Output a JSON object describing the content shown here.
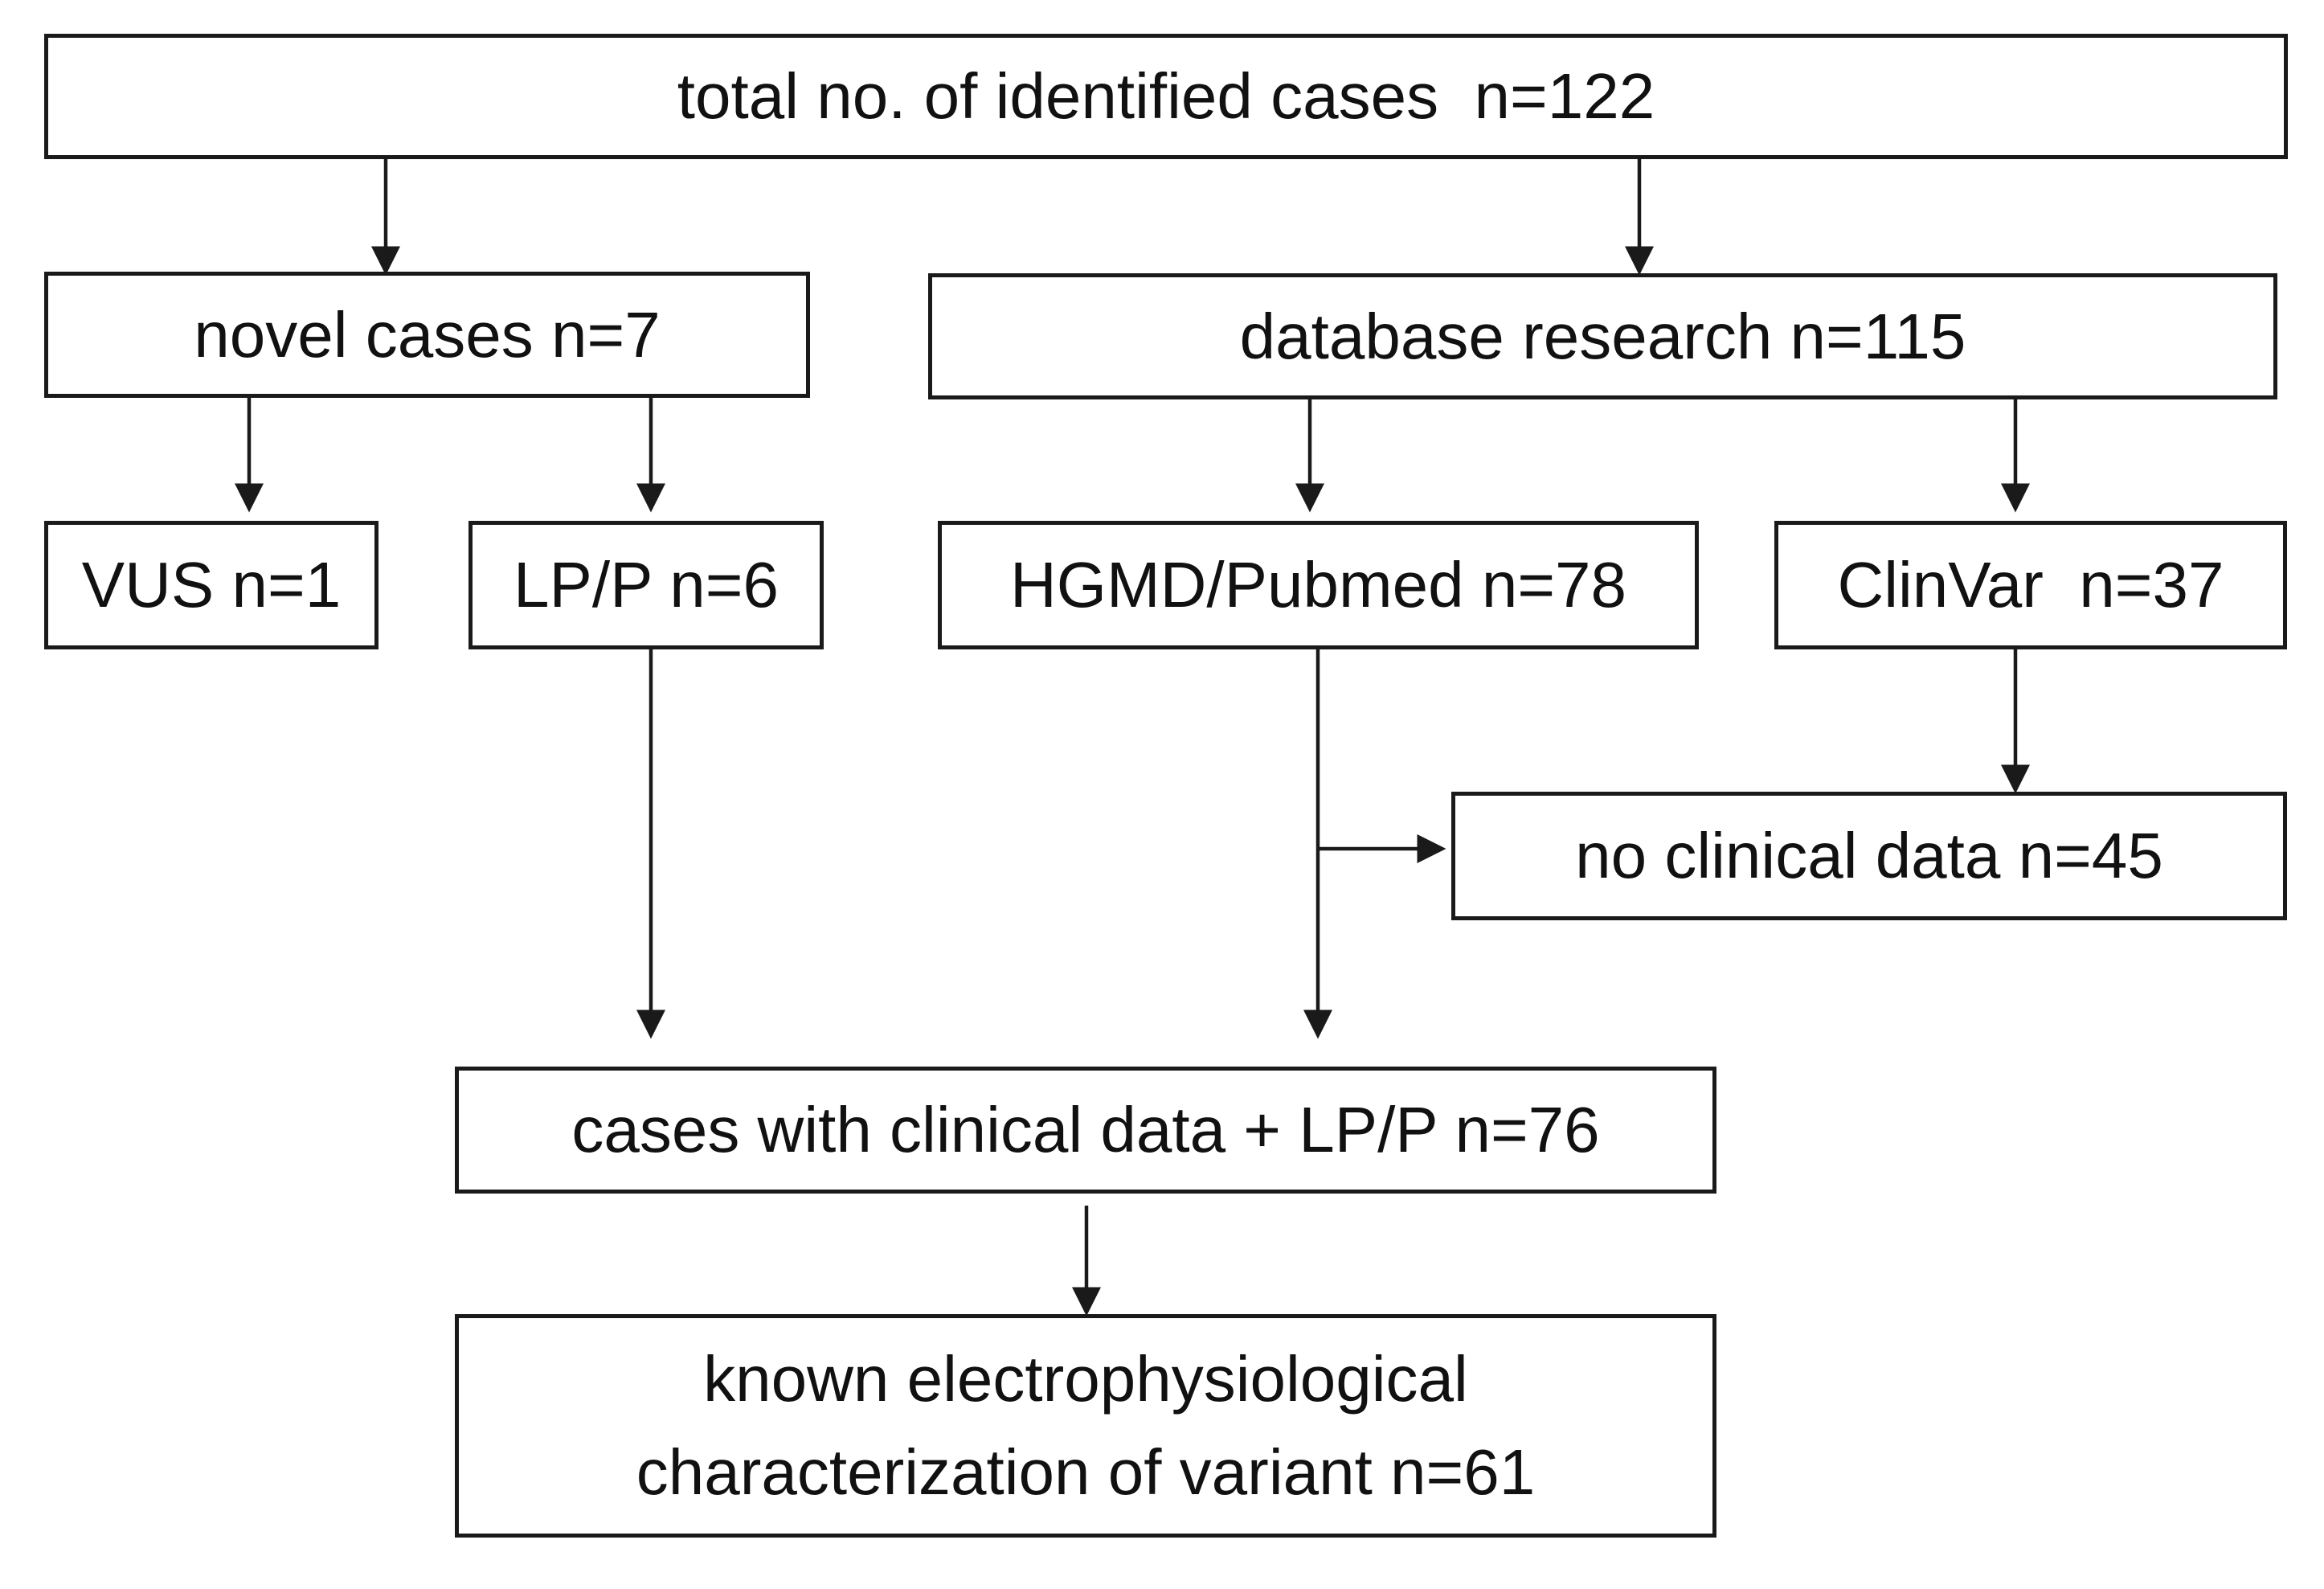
{
  "nodes": {
    "total": "total no. of identified cases  n=122",
    "novel": "novel cases n=7",
    "database": "database research n=115",
    "vus": "VUS n=1",
    "lpp": "LP/P n=6",
    "hgmd": "HGMD/Pubmed n=78",
    "clinvar": "ClinVar  n=37",
    "no_clinical": "no clinical data n=45",
    "clinical_lpp": "cases with clinical data + LP/P n=76",
    "known_line1": "known electrophysiological",
    "known_line2": "characterization of variant n=61"
  },
  "edges": [
    {
      "from": "total",
      "to": "novel"
    },
    {
      "from": "total",
      "to": "database"
    },
    {
      "from": "novel",
      "to": "vus"
    },
    {
      "from": "novel",
      "to": "lpp"
    },
    {
      "from": "database",
      "to": "hgmd"
    },
    {
      "from": "database",
      "to": "clinvar"
    },
    {
      "from": "clinvar",
      "to": "no_clinical"
    },
    {
      "from": "hgmd",
      "to": "no_clinical"
    },
    {
      "from": "hgmd",
      "to": "clinical_lpp"
    },
    {
      "from": "lpp",
      "to": "clinical_lpp"
    },
    {
      "from": "clinical_lpp",
      "to": "known"
    }
  ]
}
